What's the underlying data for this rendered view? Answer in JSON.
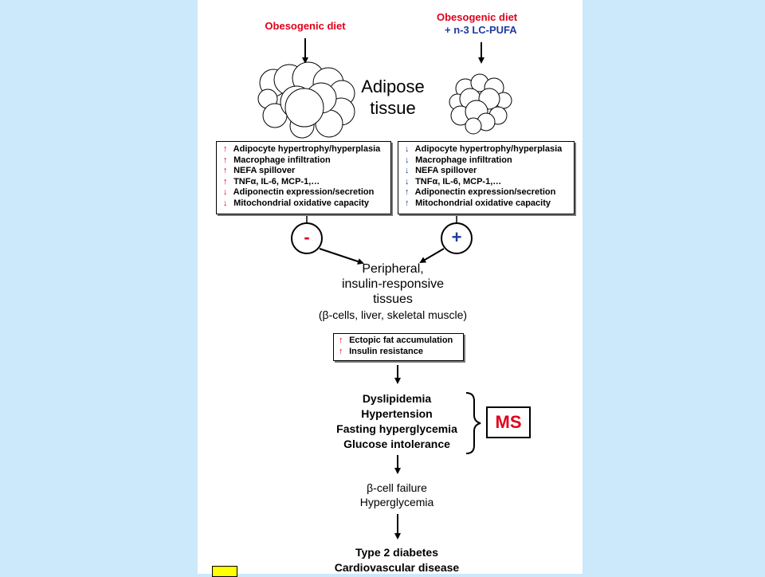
{
  "left_input": {
    "line1": "Obesogenic diet"
  },
  "right_input": {
    "line1": "Obesogenic diet",
    "line2": "+ n-3 LC-PUFA"
  },
  "adipose_label": {
    "line1": "Adipose",
    "line2": "tissue"
  },
  "left_box": {
    "rows": [
      {
        "arrow": "↑",
        "text": "Adipocyte hypertrophy/hyperplasia"
      },
      {
        "arrow": "↑",
        "text": "Macrophage infiltration"
      },
      {
        "arrow": "↑",
        "text": "NEFA spillover"
      },
      {
        "arrow": "↑",
        "text": "TNFα, IL-6, MCP-1,…"
      },
      {
        "arrow": "↓",
        "text": "Adiponectin expression/secretion"
      },
      {
        "arrow": "↓",
        "text": "Mitochondrial oxidative capacity"
      }
    ]
  },
  "right_box": {
    "rows": [
      {
        "arrow": "↓",
        "text": "Adipocyte hypertrophy/hyperplasia"
      },
      {
        "arrow": "↓",
        "text": "Macrophage infiltration"
      },
      {
        "arrow": "↓",
        "text": "NEFA spillover"
      },
      {
        "arrow": "↓",
        "text": "TNFα, IL-6, MCP-1,…"
      },
      {
        "arrow": "↑",
        "text": "Adiponectin expression/secretion"
      },
      {
        "arrow": "↑",
        "text": "Mitochondrial oxidative capacity"
      }
    ]
  },
  "minus_sign": "-",
  "plus_sign": "+",
  "peripheral": {
    "line1": "Peripheral,",
    "line2": "insulin-responsive",
    "line3": "tissues",
    "line4": "(β-cells, liver, skeletal muscle)"
  },
  "ectopic_box": {
    "rows": [
      {
        "arrow": "↑",
        "text": "Ectopic fat accumulation"
      },
      {
        "arrow": "↑",
        "text": "Insulin resistance"
      }
    ]
  },
  "ms_conditions": [
    "Dyslipidemia",
    "Hypertension",
    "Fasting hyperglycemia",
    "Glucose intolerance"
  ],
  "ms_label": "MS",
  "failure": {
    "line1": "β-cell failure",
    "line2": "Hyperglycemia"
  },
  "outcome": {
    "line1": "Type 2 diabetes",
    "line2": "Cardiovascular disease"
  },
  "colors": {
    "background": "#cce8fb",
    "red": "#e0001b",
    "blue": "#1f3aa0",
    "yellow_marker": "#ffff00"
  }
}
